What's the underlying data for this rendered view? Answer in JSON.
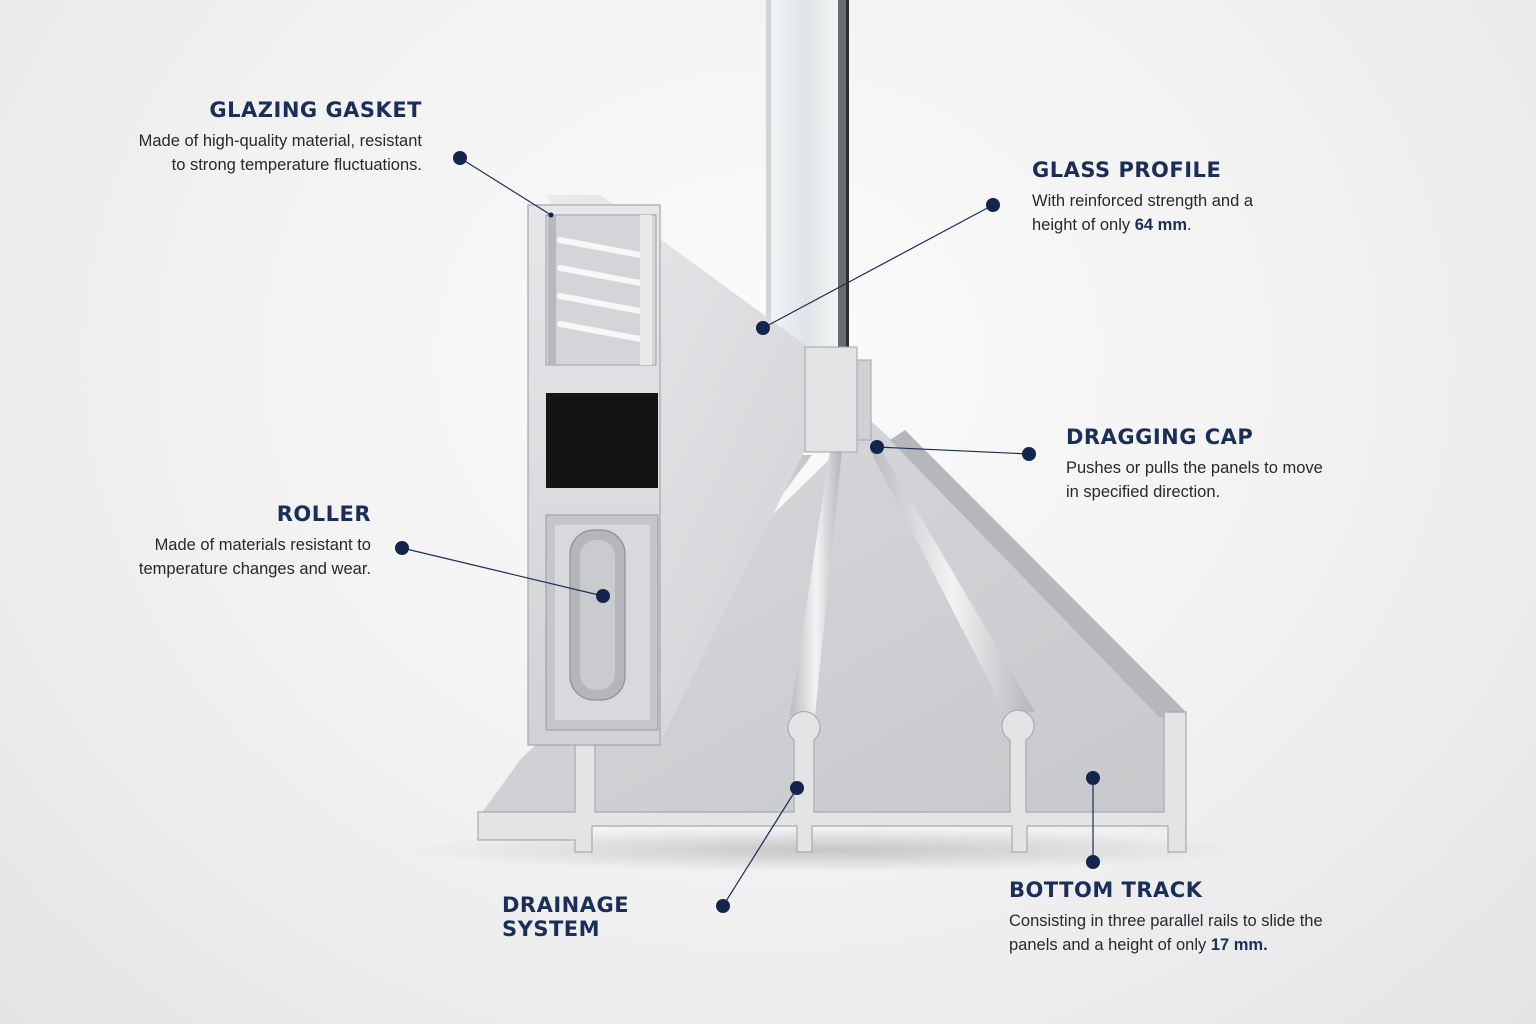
{
  "callouts": {
    "glazing_gasket": {
      "title": "GLAZING GASKET",
      "line1": "Made of high-quality material, resistant",
      "line2": "to strong temperature fluctuations."
    },
    "glass_profile": {
      "title": "GLASS PROFILE",
      "line1": "With reinforced strength and a",
      "line2_prefix": "height of only ",
      "line2_value": "64 mm",
      "line2_suffix": "."
    },
    "dragging_cap": {
      "title": "DRAGGING CAP",
      "line1": "Pushes or pulls the panels to move",
      "line2": "in specified direction."
    },
    "roller": {
      "title": "ROLLER",
      "line1": "Made of materials resistant to",
      "line2": "temperature changes and wear."
    },
    "drainage_system": {
      "title": "DRAINAGE SYSTEM"
    },
    "bottom_track": {
      "title": "BOTTOM TRACK",
      "line1": "Consisting in three parallel rails to slide the",
      "line2_prefix": "panels and a height of only ",
      "line2_value": "17 mm."
    }
  },
  "colors": {
    "accent": "#1a2e57",
    "marker": "#13254d",
    "metal_light": "#dcdde0",
    "metal_mid": "#c2c4c8",
    "metal_dark": "#9a9ca1",
    "cavity": "#141414"
  }
}
